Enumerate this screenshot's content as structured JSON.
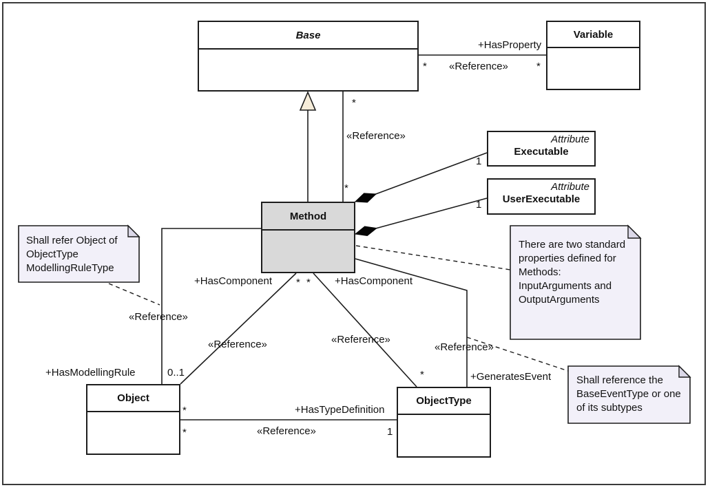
{
  "colors": {
    "method_fill": "#d9d9d9",
    "note_fill": "#f2f0f9",
    "note_fold": "#dbd8e8",
    "triangle_fill": "#f6edda",
    "line": "#1c1c1c"
  },
  "classes": {
    "base": {
      "name": "Base"
    },
    "variable": {
      "name": "Variable"
    },
    "method": {
      "name": "Method"
    },
    "object": {
      "name": "Object"
    },
    "objectType": {
      "name": "ObjectType"
    },
    "executable": {
      "stereotype": "Attribute",
      "name": "Executable"
    },
    "userExecutable": {
      "stereotype": "Attribute",
      "name": "UserExecutable"
    }
  },
  "associations": {
    "hasProperty": {
      "name": "+HasProperty",
      "stereotype": "«Reference»",
      "baseMult": "*",
      "variableMult": "*"
    },
    "baseReference": {
      "stereotype": "«Reference»",
      "baseMult": "*",
      "methodMult": "*"
    },
    "executableComposition": {
      "mult": "1"
    },
    "userExecutableComposition": {
      "mult": "1"
    },
    "hasModellingRule": {
      "name": "+HasModellingRule",
      "stereotype": "«Reference»",
      "objectMult": "0..1"
    },
    "hasComponentObject": {
      "name": "+HasComponent",
      "stereotype": "«Reference»",
      "methodMult": "*",
      "objectMult": "*"
    },
    "hasComponentObjectType": {
      "name": "+HasComponent",
      "stereotype": "«Reference»",
      "methodMult": "*",
      "objectTypeMult": "*"
    },
    "generatesEvent": {
      "name": "+GeneratesEvent",
      "stereotype": "«Reference»"
    },
    "hasTypeDefinition": {
      "name": "+HasTypeDefinition",
      "stereotype": "«Reference»",
      "objectMult": "*",
      "objectTypeMult": "1"
    }
  },
  "notes": {
    "modellingRule": "Shall refer Object of\nObjectType\nModellingRuleType",
    "methodProperties": "There are two standard\nproperties defined for\nMethods:\nInputArguments and\nOutputArguments",
    "generatesEvent": "Shall reference the\nBaseEventType or one\nof its subtypes"
  }
}
